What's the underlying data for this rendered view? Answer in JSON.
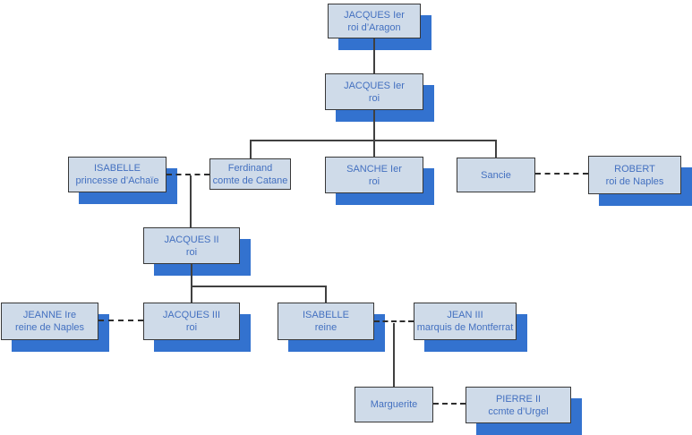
{
  "diagram_type": "family-tree",
  "colors": {
    "box_fill": "#cfdbe9",
    "box_border": "#383838",
    "shadow_blue": "#3372cf",
    "text_blue": "#4370c0",
    "line": "#404040"
  },
  "nodes": [
    {
      "id": "jacques-ier-aragon",
      "line1": "JACQUES Ier",
      "line2": "roi d’Aragon"
    },
    {
      "id": "jacques-ier-roi",
      "line1": "JACQUES Ier",
      "line2": "roi"
    },
    {
      "id": "isabelle-achaie",
      "line1": "ISABELLE",
      "line2": "princesse d’Achaïe"
    },
    {
      "id": "ferdinand",
      "line1": "Ferdinand",
      "line2": "comte de Catane"
    },
    {
      "id": "sanche-ier",
      "line1": "SANCHE Ier",
      "line2": "roi"
    },
    {
      "id": "sancie",
      "line1": "Sancie",
      "line2": ""
    },
    {
      "id": "robert",
      "line1": "ROBERT",
      "line2": "roi de Naples"
    },
    {
      "id": "jacques-ii",
      "line1": "JACQUES II",
      "line2": "roi"
    },
    {
      "id": "jeanne-ire",
      "line1": "JEANNE Ire",
      "line2": "reine de Naples"
    },
    {
      "id": "jacques-iii",
      "line1": "JACQUES III",
      "line2": "roi"
    },
    {
      "id": "isabelle-reine",
      "line1": "ISABELLE",
      "line2": "reine"
    },
    {
      "id": "jean-iii",
      "line1": "JEAN III",
      "line2": "marquis de Montferrat"
    },
    {
      "id": "marguerite",
      "line1": "Marguerite",
      "line2": ""
    },
    {
      "id": "pierre-ii",
      "line1": "PIERRE II",
      "line2": "ccmte d’Urgel"
    }
  ],
  "connections": [
    {
      "type": "descent",
      "from": "JACQUES Ier roi d’Aragon",
      "to": "JACQUES Ier roi"
    },
    {
      "type": "descent",
      "from": "JACQUES Ier roi",
      "to": "Ferdinand comte de Catane, SANCHE Ier roi, Sancie"
    },
    {
      "type": "marriage",
      "between": "ISABELLE princesse d’Achaïe — Ferdinand comte de Catane"
    },
    {
      "type": "marriage",
      "between": "Sancie — ROBERT roi de Naples"
    },
    {
      "type": "descent",
      "from": "ISABELLE princesse d’Achaïe + Ferdinand comte de Catane",
      "to": "JACQUES II roi"
    },
    {
      "type": "descent",
      "from": "JACQUES II roi",
      "to": "JACQUES III roi, ISABELLE reine"
    },
    {
      "type": "marriage",
      "between": "JEANNE Ire reine de Naples — JACQUES III roi"
    },
    {
      "type": "marriage",
      "between": "ISABELLE reine — JEAN III marquis de Montferrat"
    },
    {
      "type": "descent",
      "from": "ISABELLE reine + JEAN III marquis de Montferrat",
      "to": "Marguerite"
    },
    {
      "type": "marriage",
      "between": "Marguerite — PIERRE II ccmte d’Urgel"
    }
  ]
}
